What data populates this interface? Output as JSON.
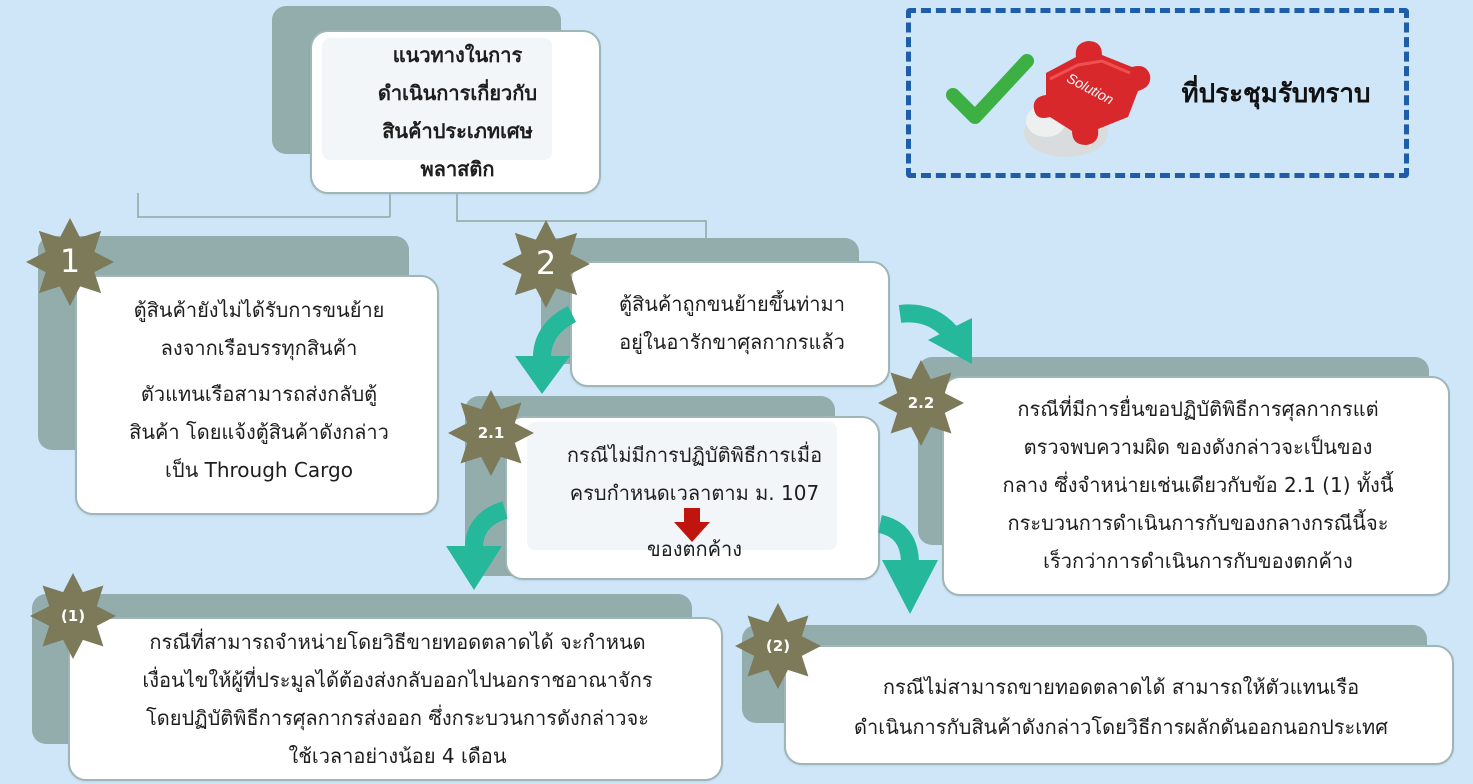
{
  "colors": {
    "background": "#cfe6f9",
    "back_panel": "#93adad",
    "card": "#ffffff",
    "badge": "#7d7a5a",
    "arrow": "#26b89a",
    "down_arrow": "#c0150f",
    "dashed_border": "#1e5ea8",
    "check": "#3cb043",
    "puzzle": "#d8282b"
  },
  "title": {
    "lines": [
      "แนวทางในการ",
      "ดำเนินการเกี่ยวกับ",
      "สินค้าประเภทเศษ",
      "พลาสติก"
    ]
  },
  "info_box": {
    "label": "ที่ประชุมรับทราบ",
    "puzzle_text": "Solution",
    "icons": [
      "check-icon",
      "puzzle-icon"
    ]
  },
  "nodes": {
    "n1": {
      "badge": "1",
      "lines": [
        "ตู้สินค้ายังไม่ได้รับการขนย้าย",
        "ลงจากเรือบรรทุกสินค้า",
        "ตัวแทนเรือสามารถส่งกลับตู้",
        "สินค้า โดยแจ้งตู้สินค้าดังกล่าว",
        "เป็น Through Cargo"
      ]
    },
    "n2": {
      "badge": "2",
      "lines": [
        "ตู้สินค้าถูกขนย้ายขึ้นท่ามา",
        "อยู่ในอารักขาศุลกากรแล้ว"
      ]
    },
    "n21": {
      "badge": "2.1",
      "lines": [
        "กรณีไม่มีการปฏิบัติพิธีการเมื่อ",
        "ครบกำหนดเวลาตาม ม. 107"
      ],
      "result": "ของตกค้าง"
    },
    "n22": {
      "badge": "2.2",
      "lines": [
        "กรณีที่มีการยื่นขอปฏิบัติพิธีการศุลกากรแต่",
        "ตรวจพบความผิด ของดังกล่าวจะเป็นของ",
        "กลาง ซึ่งจำหน่ายเช่นเดียวกับข้อ 2.1 (1) ทั้งนี้",
        "กระบวนการดำเนินการกับของกลางกรณีนี้จะ",
        "เร็วกว่าการดำเนินการกับของตกค้าง"
      ]
    },
    "n211": {
      "badge": "(1)",
      "lines": [
        "กรณีที่สามารถจำหน่ายโดยวิธีขายทอดตลาดได้ จะกำหนด",
        "เงื่อนไขให้ผู้ที่ประมูลได้ต้องส่งกลับออกไปนอกราชอาณาจักร",
        "โดยปฏิบัติพิธีการศุลกากรส่งออก ซึ่งกระบวนการดังกล่าวจะ",
        "ใช้เวลาอย่างน้อย 4 เดือน"
      ]
    },
    "n212": {
      "badge": "(2)",
      "lines": [
        "กรณีไม่สามารถขายทอดตลาดได้ สามารถให้ตัวแทนเรือ",
        "ดำเนินการกับสินค้าดังกล่าวโดยวิธีการผลักดันออกนอกประเทศ"
      ]
    }
  }
}
